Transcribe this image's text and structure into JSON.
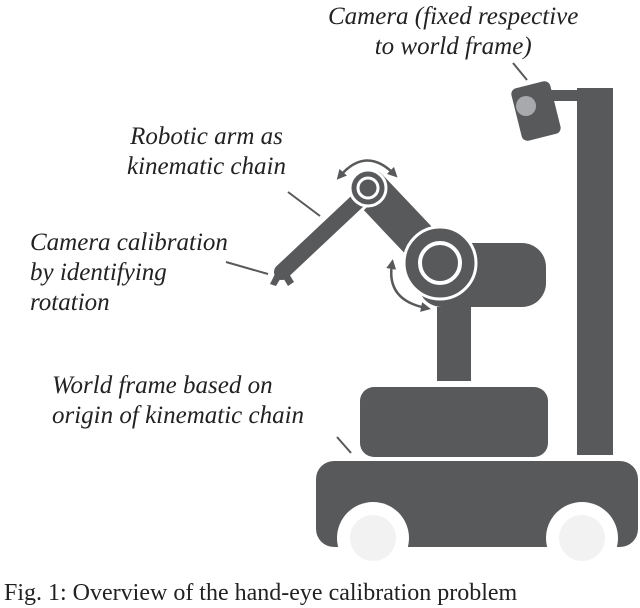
{
  "labels": {
    "camera": {
      "line1": "Camera (fixed respective",
      "line2": "to world frame)"
    },
    "arm": {
      "line1": "Robotic arm as",
      "line2": "kinematic chain"
    },
    "calibration": {
      "line1": "Camera calibration",
      "line2": "by identifying",
      "line3": "rotation"
    },
    "world": {
      "line1": "World frame based on",
      "line2": "origin of kinematic chain"
    }
  },
  "caption": "Fig. 1: Overview of the hand-eye calibration problem",
  "colors": {
    "robot": "#58595b",
    "wheel": "#f2f2f2",
    "camera_lens": "#a7a9ac",
    "leader_line": "#58595b",
    "text": "#222222"
  }
}
